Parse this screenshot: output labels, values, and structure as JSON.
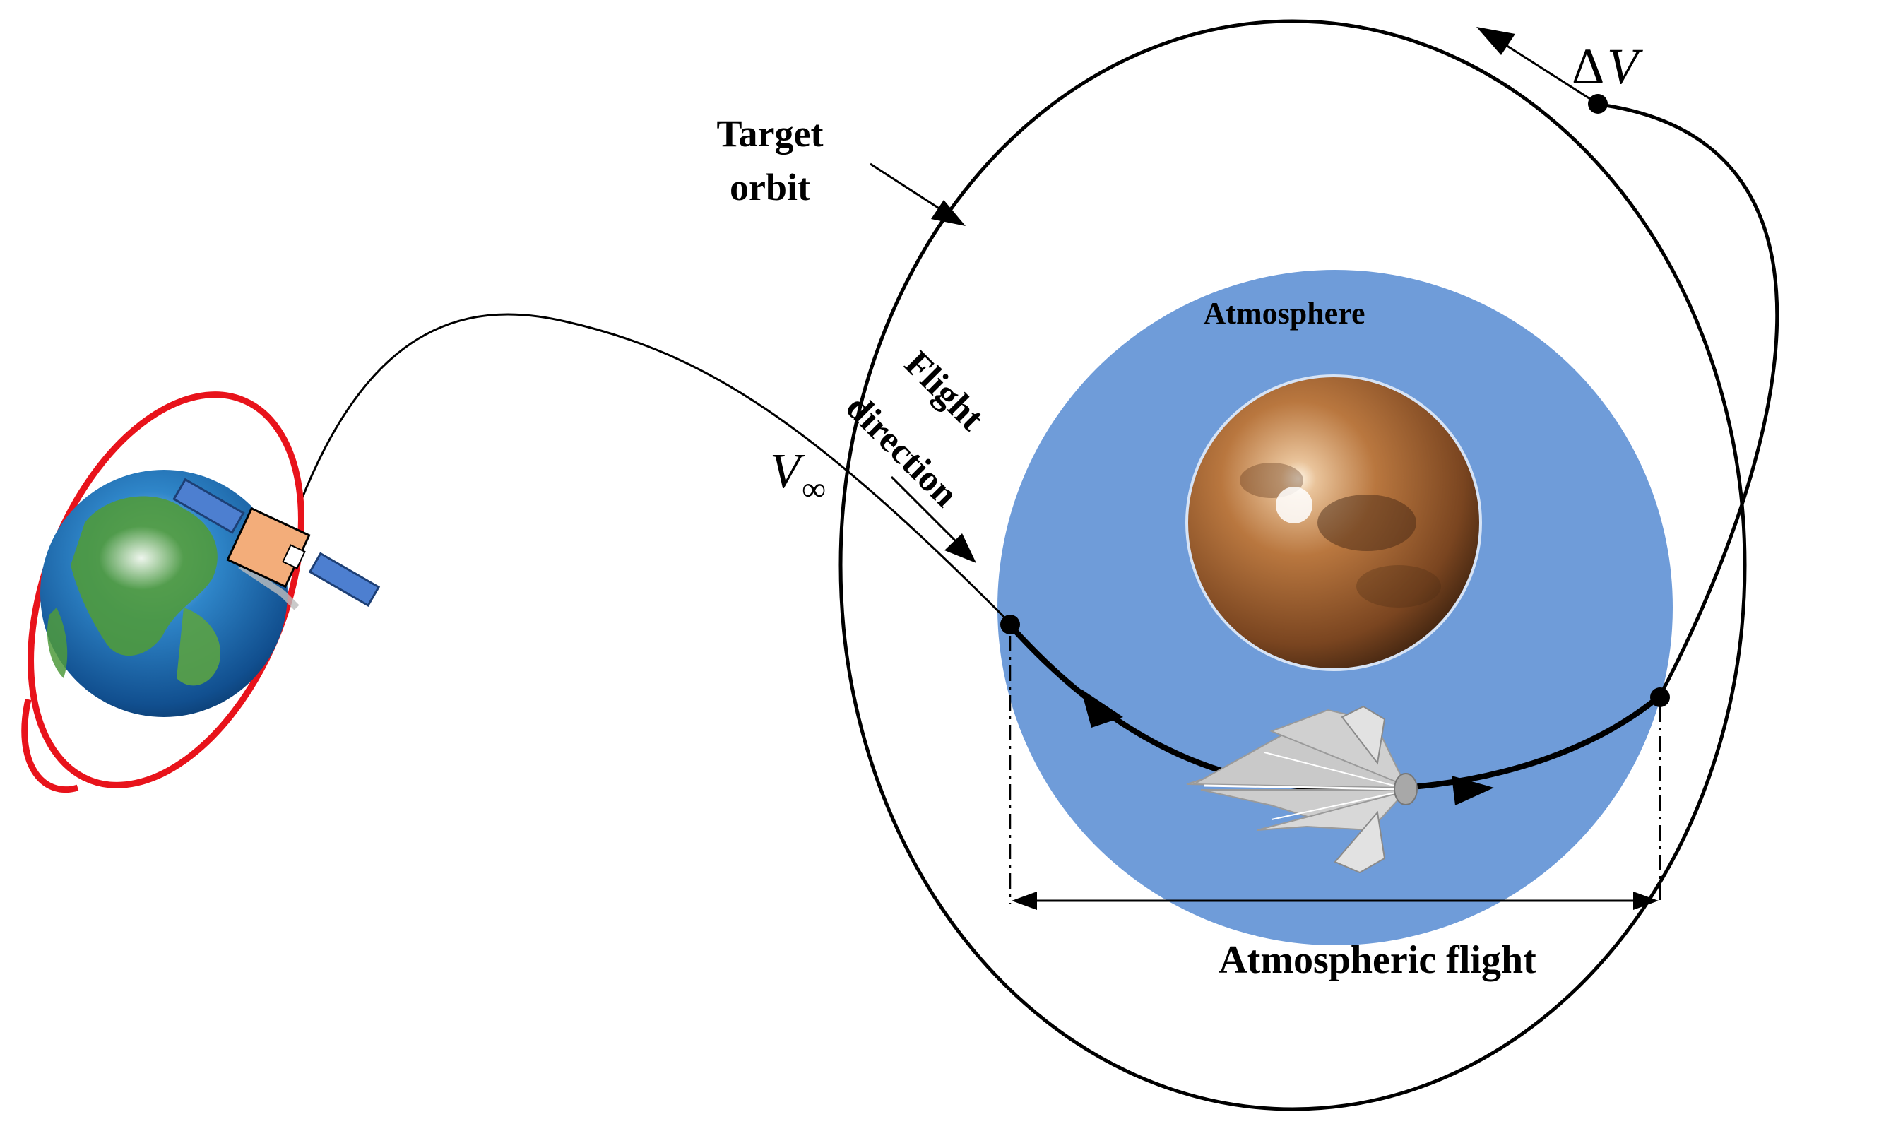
{
  "labels": {
    "target_orbit_line1": "Target",
    "target_orbit_line2": "orbit",
    "atmosphere": "Atmosphere",
    "flight_direction_line1": "Flight",
    "flight_direction_line2": "direction",
    "v_infinity_symbol": "V",
    "v_infinity_subscript": "∞",
    "delta_v_delta": "Δ",
    "delta_v_symbol": "V",
    "atmospheric_flight": "Atmospheric flight"
  },
  "colors": {
    "atmosphere": "#6f9cd9",
    "departure_orbit": "#e8131b",
    "mars_surface": "#a9683a",
    "satellite_body": "#f3ad7a",
    "solar_panel": "#4d7fd0",
    "spacecraft": "#cfcfcf",
    "ocean": "#1f6fb0",
    "land": "#4f9a3c"
  },
  "icons": {
    "earth": "earth-icon",
    "satellite": "satellite-icon",
    "mars": "mars-icon",
    "spacecraft": "spacecraft-icon"
  }
}
